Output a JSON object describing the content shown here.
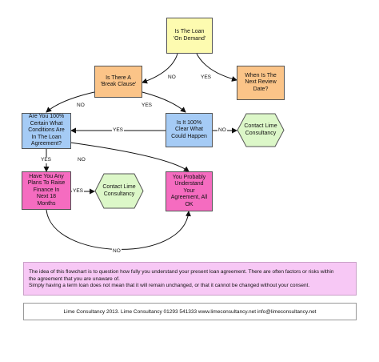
{
  "nodes": {
    "on_demand": "Is The Loan\n'On Demand'",
    "break_clause": "Is There A\n'Break Clause'",
    "review_date": "When Is The\nNext Review\nDate?",
    "certain": "Are You 100%\nCertain What\nConditions Are\nIn The Loan\nAgreement?",
    "clear": "Is It 100%\nClear What\nCould Happen",
    "contact_right": "Contact Lime\nConsultancy",
    "raise_finance": "Have You Any\nPlans To Raise\nFinance In\nNext 18\nMonths",
    "contact_mid": "Contact Lime\nConsultancy",
    "understand": "You Probably\nUnderstand\nYour\nAgreement, All\nOK"
  },
  "edges": {
    "no": "NO",
    "yes": "YES"
  },
  "colors": {
    "yellow": "#fdfbb0",
    "orange": "#fbc488",
    "blue": "#a5cbf5",
    "pink": "#f56cc0",
    "green": "#dcf7c8",
    "note": "#f7c8f5"
  },
  "note": {
    "line1": "The idea of this flowchart is to question how fully you understand your present loan agreement. There are often factors or risks within",
    "line2": "the agreement that you are unaware of.",
    "line3": "Simply having a term loan does not mean that it will remain unchanged, or that it cannot be changed without your consent."
  },
  "footer": "Lime Consultancy 2013. Lime Consultancy 01293 541333  www.limeconsultancy.net  info@limeconsultancy.net"
}
